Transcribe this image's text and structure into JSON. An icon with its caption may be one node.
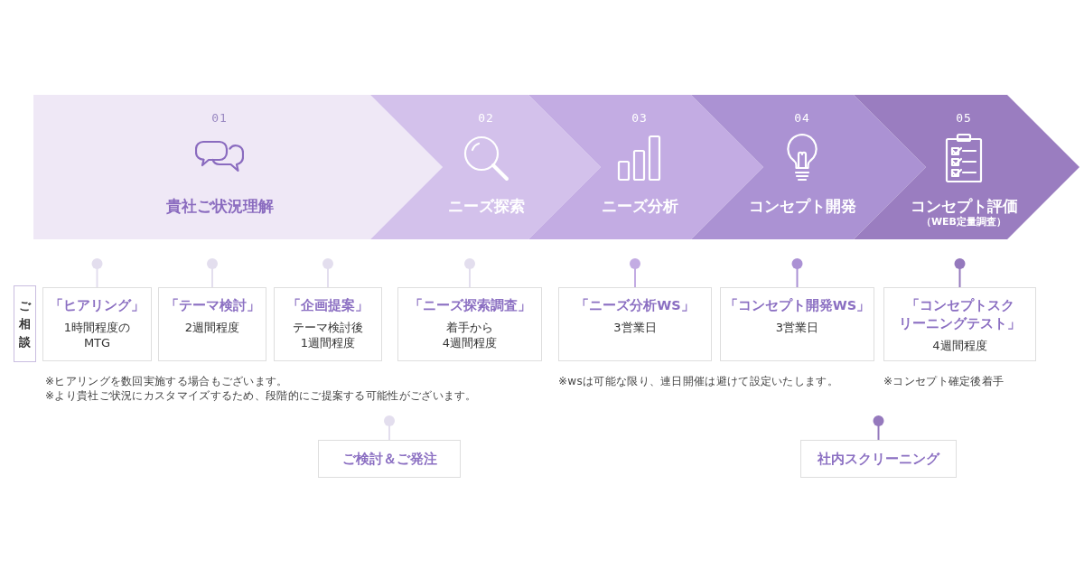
{
  "diagram": {
    "nodes": [
      {
        "text": [
          "01",
          "貴社ご状況理解"
        ]
      },
      {
        "text": [
          "02",
          "ニーズ探索"
        ]
      },
      {
        "text": [
          "03",
          "ニーズ分析"
        ]
      },
      {
        "text": [
          "04",
          "コンセプト開発"
        ]
      },
      {
        "text": [
          "05",
          "コンセプト評価",
          "（WEB定量調査）"
        ]
      },
      {
        "text": [
          "ご相談"
        ]
      },
      {
        "text": [
          "「ヒアリング」",
          "1時間程度のMTG"
        ]
      },
      {
        "text": [
          "「テーマ検討」",
          "2週間程度"
        ]
      },
      {
        "text": [
          "「企画提案」",
          "テーマ検討後1週間程度"
        ]
      },
      {
        "text": [
          "「ニーズ探索調査」",
          "着手から4週間程度"
        ]
      },
      {
        "text": [
          "「ニーズ分析WS」",
          "3営業日"
        ]
      },
      {
        "text": [
          "「コンセプト開発WS」",
          "3営業日"
        ]
      },
      {
        "text": [
          "「コンセプトスクリーニングテスト」",
          "4週間程度"
        ]
      },
      {
        "text": [
          "ご検討＆ご発注"
        ]
      },
      {
        "text": [
          "社内スクリーニング"
        ]
      }
    ],
    "edges": [
      {
        "from": null,
        "to": 6,
        "arrow": "other"
      },
      {
        "from": null,
        "to": 7,
        "arrow": "other"
      },
      {
        "from": null,
        "to": 8,
        "arrow": "other"
      },
      {
        "from": null,
        "to": 9,
        "arrow": "other"
      },
      {
        "from": null,
        "to": 10,
        "arrow": "other",
        "color": "#c3ace3"
      },
      {
        "from": null,
        "to": 11,
        "arrow": "other",
        "color": "#ab91d4"
      },
      {
        "from": null,
        "to": 12,
        "arrow": "other",
        "color": "#9579bd"
      },
      {
        "from": null,
        "to": 13,
        "arrow": "other"
      },
      {
        "from": null,
        "to": 14,
        "arrow": "other",
        "color": "#9579bd"
      }
    ],
    "labels": [
      "※ヒアリングを数回実施する場合もございます。",
      "※より貴社ご状況にカスタマイズするため、段階的にご提案する可能性がございます。",
      "※wsは可能な限り、連日開催は避けて設定いたします。",
      "※コンセプト確定後着手"
    ]
  }
}
